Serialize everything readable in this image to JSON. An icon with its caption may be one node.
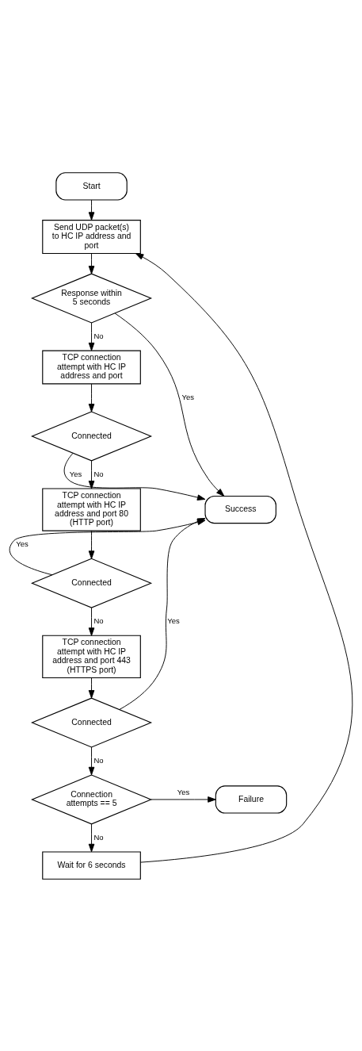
{
  "diagram": {
    "nodes": [
      {
        "text": [
          "Start"
        ]
      },
      {
        "text": [
          "Send UDP packet(s) to HC IP address and port"
        ]
      },
      {
        "text": [
          "Response within 5 seconds"
        ]
      },
      {
        "text": [
          "TCP connection attempt with HC IP address and port"
        ]
      },
      {
        "text": [
          "Connected"
        ]
      },
      {
        "text": [
          "Success"
        ]
      },
      {
        "text": [
          "TCP connection attempt with HC IP address and port 80 (HTTP port)"
        ]
      },
      {
        "text": [
          "Connected"
        ]
      },
      {
        "text": [
          "TCP connection attempt with HC IP address and port 443 (HTTPS port)"
        ]
      },
      {
        "text": [
          "Connected"
        ]
      },
      {
        "text": [
          "Connection attempts == 5"
        ]
      },
      {
        "text": [
          "Failure"
        ]
      },
      {
        "text": [
          "Wait for 6 seconds"
        ]
      }
    ],
    "edges": [
      {
        "from": 0,
        "to": 1,
        "arrow": "to"
      },
      {
        "from": 1,
        "to": 2,
        "arrow": "to"
      },
      {
        "from": 2,
        "to": 5,
        "label": "Yes",
        "arrow": "to"
      },
      {
        "from": 2,
        "to": 3,
        "label": "No",
        "arrow": "to"
      },
      {
        "from": 3,
        "to": 4,
        "arrow": "to"
      },
      {
        "from": 4,
        "to": 5,
        "label": "Yes",
        "arrow": "to"
      },
      {
        "from": 4,
        "to": 6,
        "label": "No",
        "arrow": "to"
      },
      {
        "from": 6,
        "to": 7,
        "arrow": "to"
      },
      {
        "from": 7,
        "to": 5,
        "label": "Yes",
        "arrow": "to"
      },
      {
        "from": 7,
        "to": 8,
        "label": "No",
        "arrow": "to"
      },
      {
        "from": 8,
        "to": 9,
        "arrow": "to"
      },
      {
        "from": 9,
        "to": 5,
        "label": "Yes",
        "arrow": "to"
      },
      {
        "from": 9,
        "to": 10,
        "label": "No",
        "arrow": "to"
      },
      {
        "from": 10,
        "to": 11,
        "label": "Yes",
        "arrow": "to"
      },
      {
        "from": 10,
        "to": 12,
        "label": "No",
        "arrow": "to"
      },
      {
        "from": 12,
        "to": 1,
        "arrow": "to"
      }
    ]
  }
}
